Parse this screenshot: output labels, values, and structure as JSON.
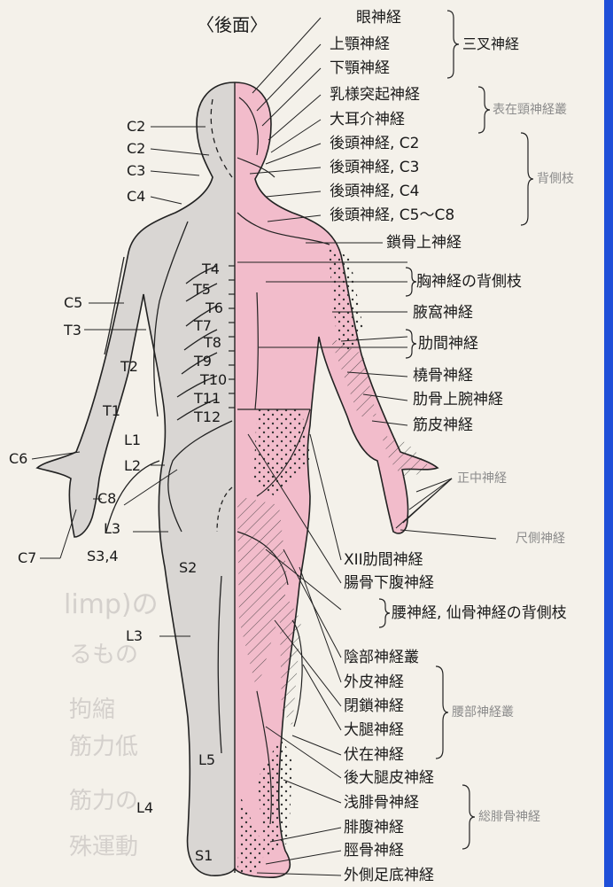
{
  "title": "〈後面〉",
  "nerves": [
    "眼神経",
    "上顎神経",
    "下顎神経",
    "乳様突起神経",
    "大耳介神経",
    "後頭神経, C2",
    "後頭神経, C3",
    "後頭神経, C4",
    "後頭神経, C5〜C8",
    "鎖骨上神経",
    "胸神経の背側枝",
    "腋窩神経",
    "肋間神経",
    "橈骨神経",
    "肋骨上腕神経",
    "筋皮神経",
    "XII肋間神経",
    "腸骨下腹神経",
    "腰神経, 仙骨神経の背側枝",
    "陰部神経叢",
    "外皮神経",
    "閉鎖神経",
    "大腿神経",
    "伏在神経",
    "後大腿皮神経",
    "浅腓骨神経",
    "腓腹神経",
    "脛骨神経",
    "外側足底神経"
  ],
  "groups": [
    "三叉神経",
    "表在頸神経叢",
    "背側枝",
    "正中神経",
    "尺側神経",
    "腰部神経叢",
    "総腓骨神経"
  ],
  "segments": [
    "C2",
    "C2",
    "C3",
    "C4",
    "C5",
    "T3",
    "T2",
    "T1",
    "C6",
    "C8",
    "C7",
    "T4",
    "T5",
    "T6",
    "T7",
    "T8",
    "T9",
    "T10",
    "T11",
    "T12",
    "L1",
    "L2",
    "L3",
    "S3,4",
    "S2",
    "L3",
    "L5",
    "L4",
    "S1"
  ],
  "background_text": [
    "limp)の",
    "るもの",
    "拘縮",
    "筋力低",
    "筋力の",
    "殊運動"
  ],
  "colors": {
    "skin": "#f2bccb",
    "body_left": "#d9d6d3",
    "paper": "#f4f1ea",
    "edge": "#1f4fd8"
  }
}
